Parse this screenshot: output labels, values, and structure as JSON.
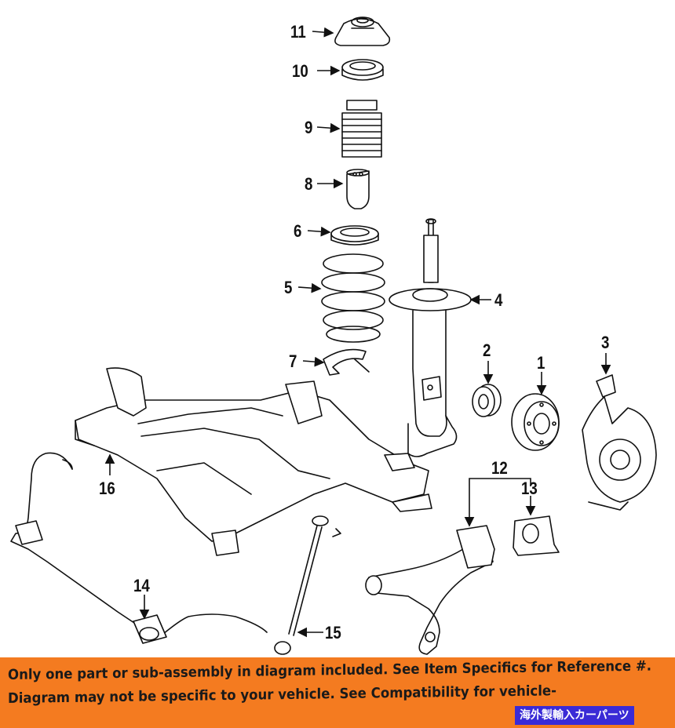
{
  "callouts": {
    "c1": "1",
    "c2": "2",
    "c3": "3",
    "c4": "4",
    "c5": "5",
    "c6": "6",
    "c7": "7",
    "c8": "8",
    "c9": "9",
    "c10": "10",
    "c11": "11",
    "c12": "12",
    "c13": "13",
    "c14": "14",
    "c15": "15",
    "c16": "16"
  },
  "banner": {
    "line1": "Only one part or sub-assembly in diagram included. See Item Specifics for Reference #.",
    "line2": "Diagram may not be specific to your vehicle. See Compatibility for vehicle-",
    "badge": "海外製輸入カーパーツ"
  },
  "colors": {
    "banner_bg": "#f47b20",
    "badge_bg": "#3a2bd6",
    "line_art": "#111111"
  }
}
